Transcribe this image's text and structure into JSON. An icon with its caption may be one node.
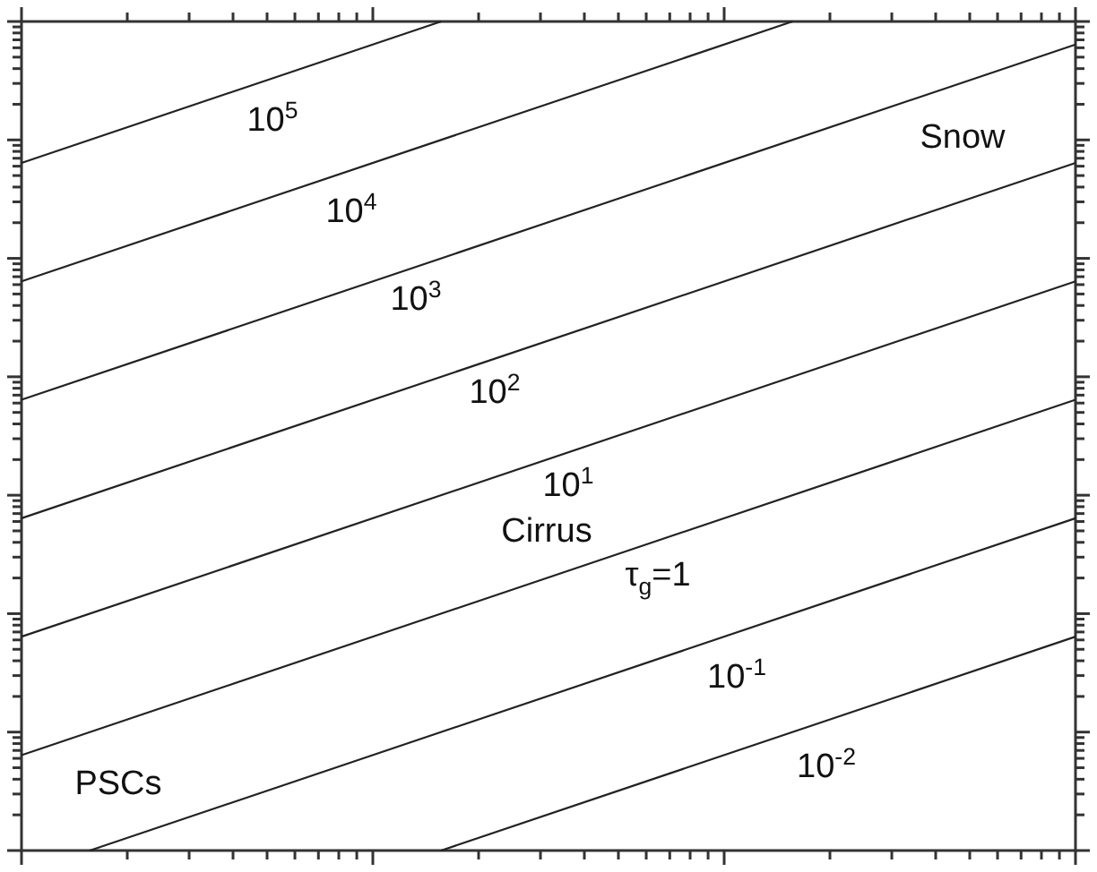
{
  "diagram": {
    "labels": [
      "10$^{5}$",
      "10$^{4}$",
      "Snow",
      "10$^{3}$",
      "10$^{2}$",
      "10$^{1}$",
      "Cirrus",
      "τ$_{g}$=1",
      "10$^{-1}$",
      "PSCs",
      "10$^{-2}$"
    ]
  }
}
